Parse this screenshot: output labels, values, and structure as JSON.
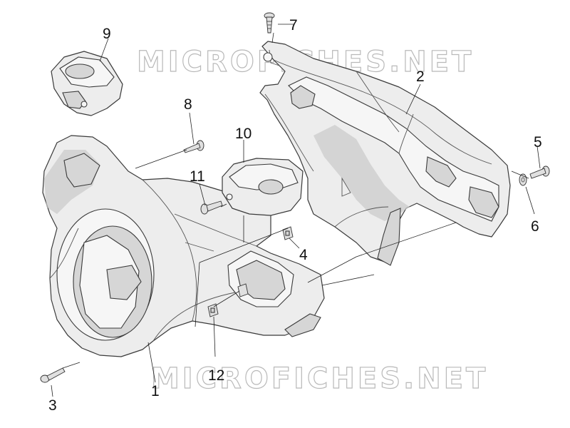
{
  "watermark": {
    "text_top": "MICROFICHES.NET",
    "text_bottom": "MICROFICHES.NET"
  },
  "callouts": [
    {
      "id": "c1",
      "label": "1"
    },
    {
      "id": "c2",
      "label": "2"
    },
    {
      "id": "c3",
      "label": "3"
    },
    {
      "id": "c4",
      "label": "4"
    },
    {
      "id": "c5",
      "label": "5"
    },
    {
      "id": "c6",
      "label": "6"
    },
    {
      "id": "c7",
      "label": "7"
    },
    {
      "id": "c8",
      "label": "8"
    },
    {
      "id": "c9",
      "label": "9"
    },
    {
      "id": "c10",
      "label": "10"
    },
    {
      "id": "c11",
      "label": "11"
    },
    {
      "id": "c12",
      "label": "12"
    }
  ],
  "colors": {
    "line": "#3a3a3a",
    "fill": "#ededed",
    "watermark_outline": "#b9b9b9"
  }
}
